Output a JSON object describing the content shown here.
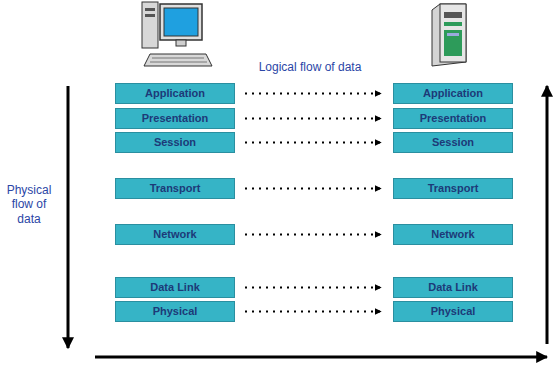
{
  "diagram": {
    "nodes": [
      {
        "text": [
          "Application"
        ]
      },
      {
        "text": [
          "Application"
        ]
      },
      {
        "text": [
          "Presentation"
        ]
      },
      {
        "text": [
          "Presentation"
        ]
      },
      {
        "text": [
          "Session"
        ]
      },
      {
        "text": [
          "Session"
        ]
      },
      {
        "text": [
          "Transport"
        ]
      },
      {
        "text": [
          "Transport"
        ]
      },
      {
        "text": [
          "Network"
        ]
      },
      {
        "text": [
          "Network"
        ]
      },
      {
        "text": [
          "Data Link"
        ]
      },
      {
        "text": [
          "Data Link"
        ]
      },
      {
        "text": [
          "Physical"
        ]
      },
      {
        "text": [
          "Physical"
        ]
      }
    ],
    "edges": [
      {
        "from": 0,
        "to": 1,
        "arrow": "to"
      },
      {
        "from": 2,
        "to": 3,
        "arrow": "to"
      },
      {
        "from": 4,
        "to": 5,
        "arrow": "to"
      },
      {
        "from": 6,
        "to": 7,
        "arrow": "to"
      },
      {
        "from": 8,
        "to": 9,
        "arrow": "to"
      },
      {
        "from": 10,
        "to": 11,
        "arrow": "to"
      },
      {
        "from": 12,
        "to": 13,
        "arrow": "to"
      }
    ],
    "labels": [
      "Logical flow of data",
      "Physical flow of data"
    ]
  }
}
